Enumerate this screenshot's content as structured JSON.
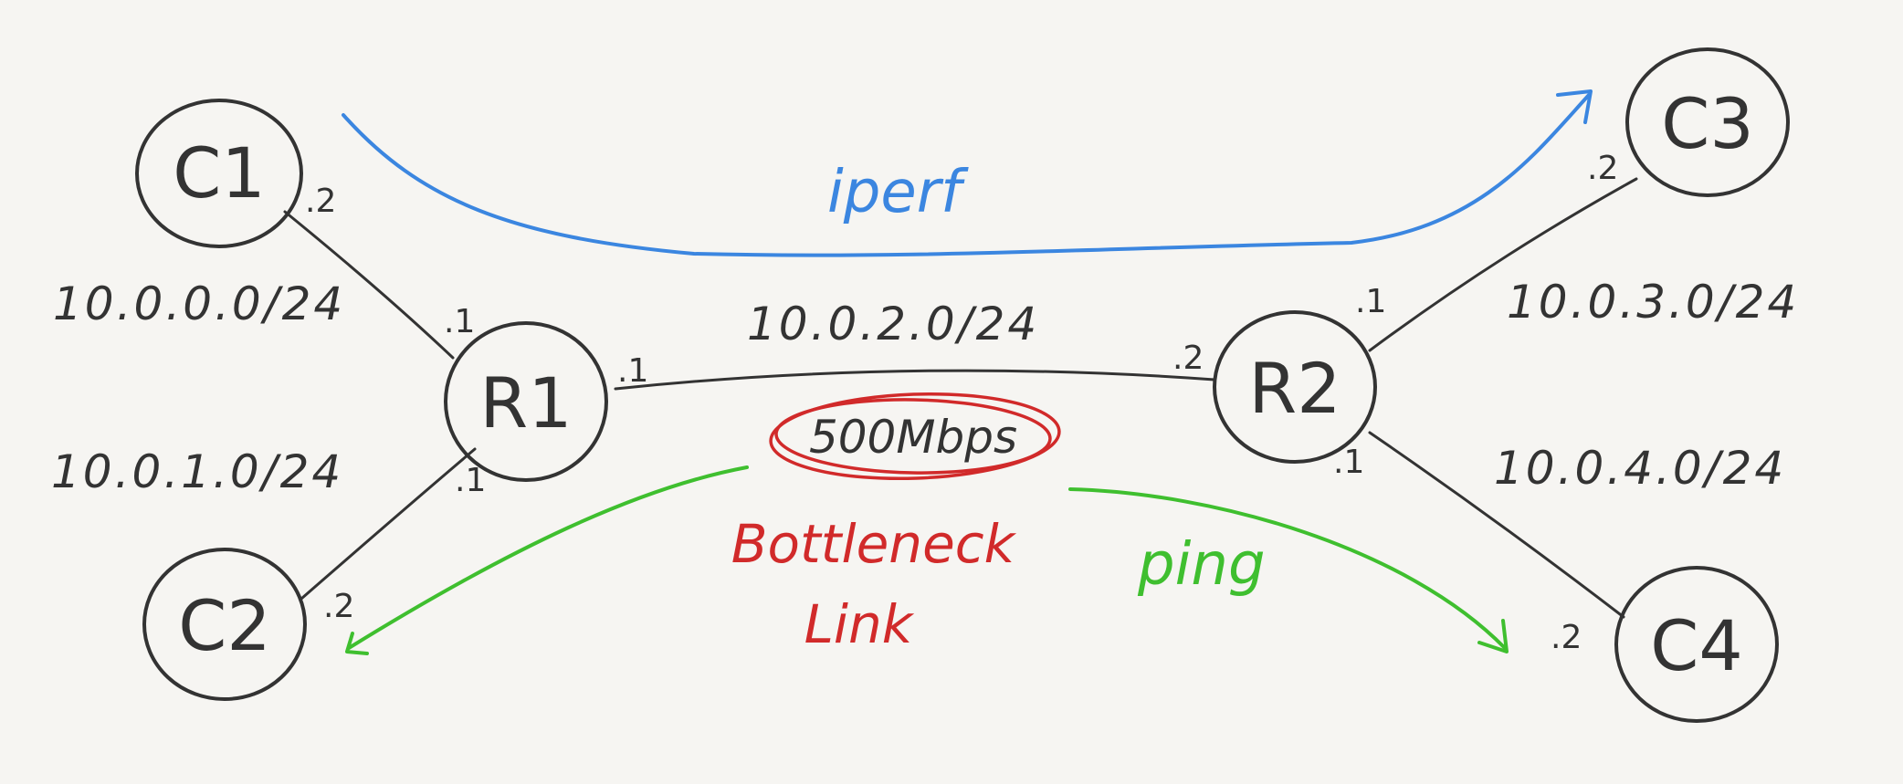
{
  "nodes": {
    "c1": "C1",
    "c2": "C2",
    "c3": "C3",
    "c4": "C4",
    "r1": "R1",
    "r2": "R2"
  },
  "subnets": {
    "c1_r1": "10.0.0.0/24",
    "c2_r1": "10.0.1.0/24",
    "r1_r2": "10.0.2.0/24",
    "r2_c3": "10.0.3.0/24",
    "r2_c4": "10.0.4.0/24"
  },
  "interfaces": {
    "c1": ".2",
    "r1_to_c1": ".1",
    "r1_to_r2": ".1",
    "r1_to_c2": ".1",
    "c2": ".2",
    "r2_to_r1": ".2",
    "r2_to_c3": ".1",
    "r2_to_c4": ".1",
    "c3": ".2",
    "c4": ".2"
  },
  "annotations": {
    "iperf": "iperf",
    "bandwidth": "500Mbps",
    "bottleneck_line1": "Bottleneck",
    "bottleneck_line2": "Link",
    "ping": "ping"
  },
  "colors": {
    "ink": "#333333",
    "iperf": "#3b86e0",
    "bottleneck": "#d12a2a",
    "ping": "#3fbf2f",
    "background": "#f6f5f2"
  }
}
